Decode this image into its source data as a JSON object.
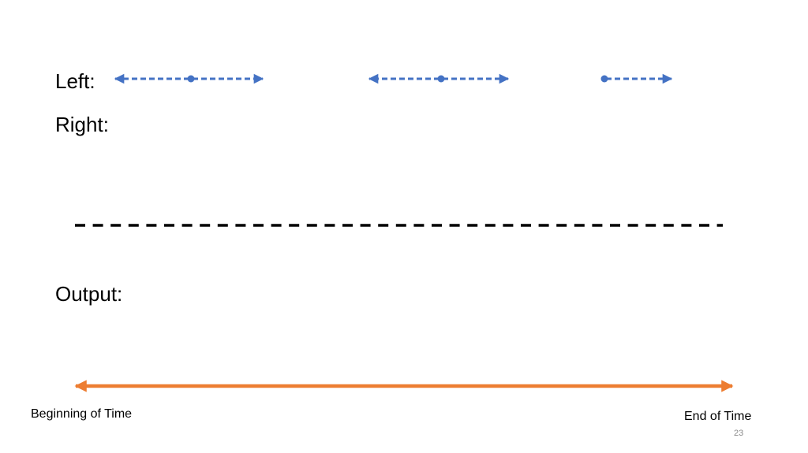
{
  "labels": {
    "left": "Left:",
    "right": "Right:",
    "output": "Output:",
    "beginning": "Beginning of Time",
    "end": "End of Time"
  },
  "page_number": "23",
  "colors": {
    "interval": "#4472C4",
    "timeline": "#ED7D31",
    "divider": "#000000"
  },
  "left_intervals": [
    {
      "start_arrow": "left-arrow",
      "point": "dot",
      "end_arrow": "right-arrow"
    },
    {
      "start_arrow": "left-arrow",
      "point": "dot",
      "end_arrow": "right-arrow"
    },
    {
      "start_arrow": "none",
      "point": "dot",
      "end_arrow": "right-arrow"
    }
  ]
}
